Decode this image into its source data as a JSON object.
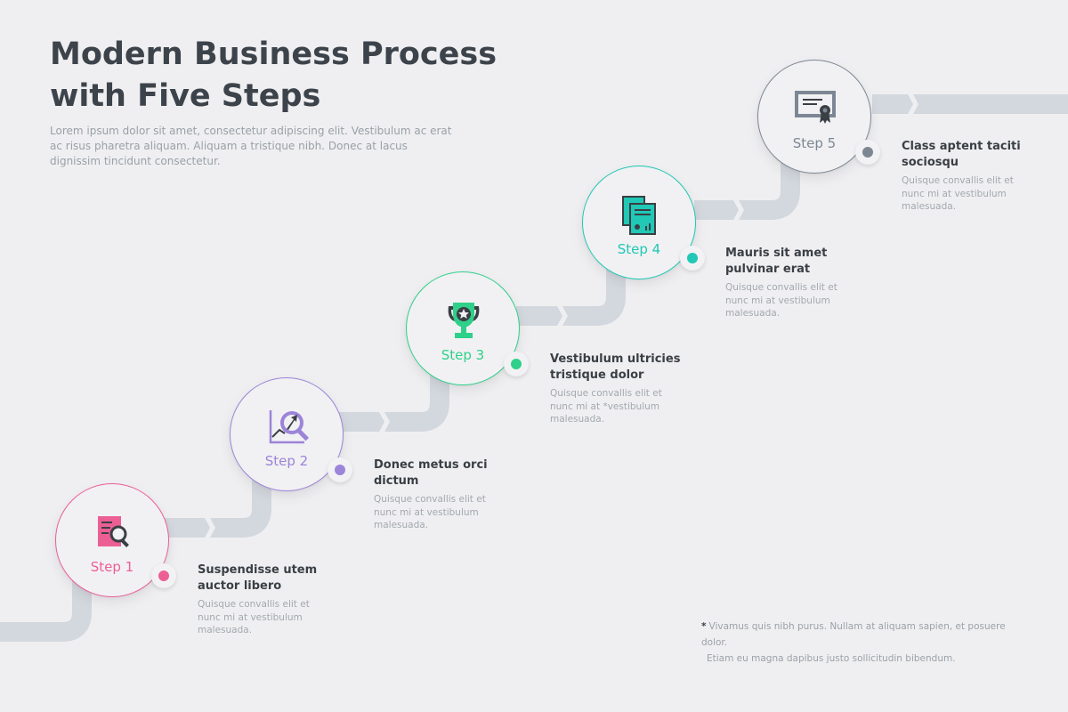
{
  "title": {
    "line1": "Modern Business Process",
    "line2": "with Five Steps"
  },
  "intro": "Lorem ipsum dolor sit amet, consectetur adipiscing elit. Vestibulum ac erat ac risus pharetra aliquam. Aliquam a tristique nibh. Donec at lacus dignissim tincidunt consectetur.",
  "steps": [
    {
      "label": "Step 1",
      "color": "#ec5f95",
      "icon": "document-search-icon",
      "heading": "Suspendisse utem auctor libero",
      "text": "Quisque convallis elit et nunc mi at vestibulum malesuada."
    },
    {
      "label": "Step 2",
      "color": "#9c84d9",
      "icon": "growth-analysis-icon",
      "heading": "Donec metus orci dictum",
      "text": "Quisque convallis elit et nunc mi at vestibulum malesuada."
    },
    {
      "label": "Step 3",
      "color": "#2fd089",
      "icon": "trophy-icon",
      "heading": "Vestibulum ultricies tristique dolor",
      "text": "Quisque convallis elit et nunc mi at *vestibulum malesuada."
    },
    {
      "label": "Step 4",
      "color": "#20c8b5",
      "icon": "documents-icon",
      "heading": "Mauris sit amet pulvinar erat",
      "text": "Quisque convallis elit et nunc mi at vestibulum malesuada."
    },
    {
      "label": "Step 5",
      "color": "#7d8794",
      "icon": "certificate-icon",
      "heading": "Class aptent taciti sociosqu",
      "text": "Quisque convallis elit et nunc mi at vestibulum malesuada."
    }
  ],
  "footnote": {
    "star": "*",
    "line1": "Vivamus quis nibh purus. Nullam at aliquam sapien, et posuere dolor.",
    "line2": "Etiam eu magna dapibus justo sollicitudin bibendum."
  },
  "colors": {
    "path": "#d3d7de",
    "background": "#efeff1",
    "title": "#3d434a"
  }
}
